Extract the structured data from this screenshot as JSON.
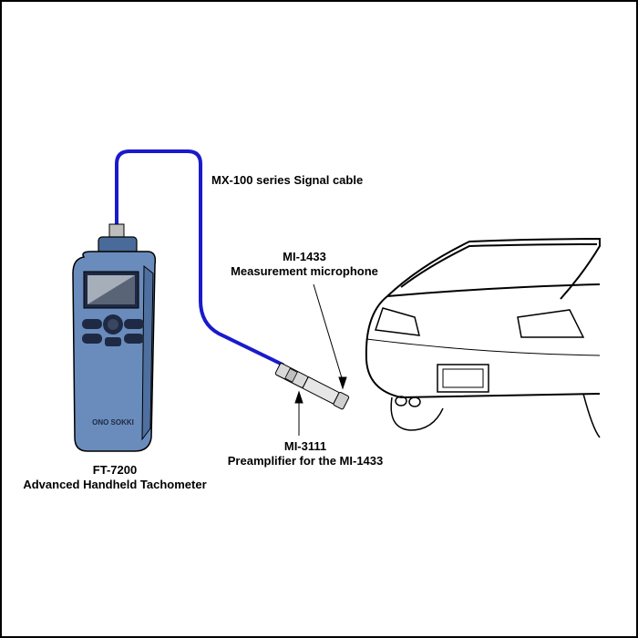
{
  "labels": {
    "cable": "MX-100 series Signal cable",
    "mic_model": "MI-1433",
    "mic_name": "Measurement microphone",
    "preamp_model": "MI-3111",
    "preamp_name": "Preamplifier for the  MI-1433",
    "tach_model": "FT-7200",
    "tach_name": "Advanced Handheld Tachometer"
  },
  "logo_text": "ONO SOKKI",
  "colors": {
    "cable": "#1a1acc",
    "tachometer_body": "#6a8cbc",
    "tachometer_dark": "#1e2a44",
    "outline": "#000000"
  }
}
